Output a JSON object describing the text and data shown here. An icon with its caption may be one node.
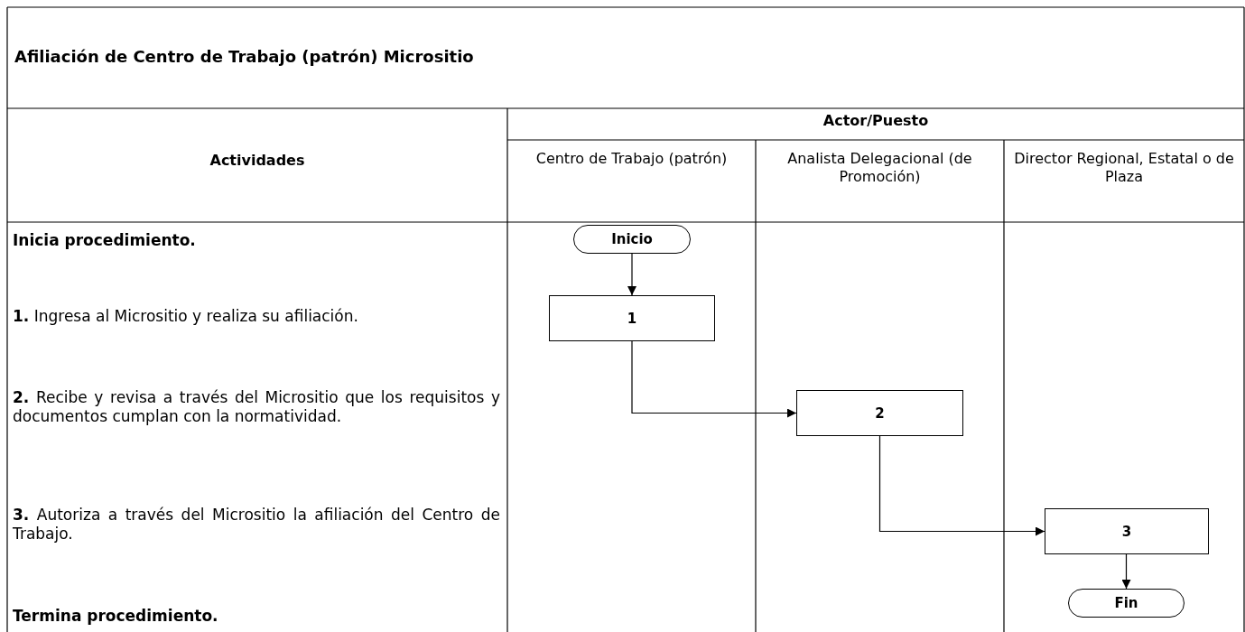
{
  "diagram": {
    "title": "Afiliación de Centro de Trabajo (patrón) Micrositio",
    "nodes": [
      {
        "text": [
          "Inicio"
        ]
      },
      {
        "text": [
          "1"
        ]
      },
      {
        "text": [
          "2"
        ]
      },
      {
        "text": [
          "3"
        ]
      },
      {
        "text": [
          "Fin"
        ]
      }
    ],
    "edges": [
      {
        "from": 0,
        "to": 1,
        "arrow": "to"
      },
      {
        "from": 1,
        "to": 2,
        "arrow": "to"
      },
      {
        "from": 2,
        "to": 3,
        "arrow": "to"
      },
      {
        "from": 3,
        "to": 4,
        "arrow": "to"
      }
    ],
    "labels": [
      "Actividades",
      "Actor/Puesto",
      "Centro de Trabajo (patrón)",
      "Analista Delegacional (de Promoción)",
      "Director Regional, Estatal o de Plaza",
      "Inicia procedimiento.",
      "**1.** Ingresa al Micrositio y realiza su afiliación.",
      "**2.** Recibe y revisa a través del Micrositio que los requisitos y documentos cumplan con la normatividad.",
      "**3.** Autoriza a través del Micrositio la afiliación del Centro de Trabajo.",
      "Termina procedimiento."
    ]
  }
}
